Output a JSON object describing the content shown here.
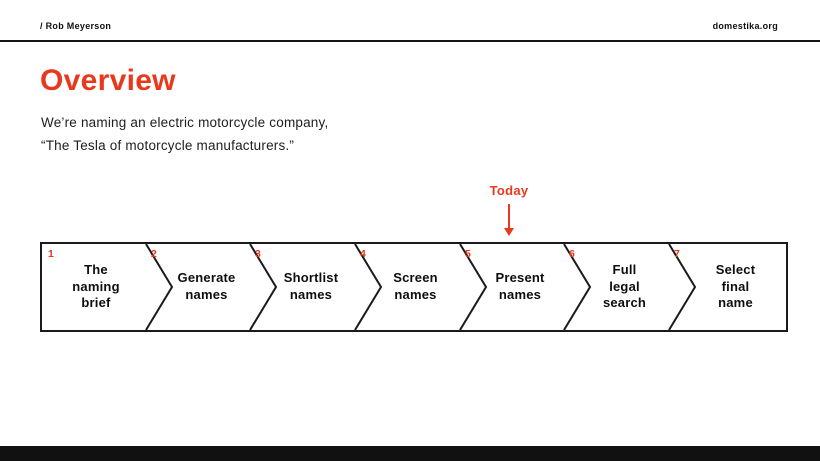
{
  "header": {
    "author": "/ Rob Meyerson",
    "site": "domestika.org"
  },
  "slide": {
    "title": "Overview",
    "subtitle": [
      "We’re naming an electric motorcycle company,",
      "“The Tesla of motorcycle manufacturers.”"
    ],
    "today_label": "Today"
  },
  "process": {
    "steps": [
      {
        "number": "1",
        "label": "The\nnaming\nbrief"
      },
      {
        "number": "2",
        "label": "Generate\nnames"
      },
      {
        "number": "3",
        "label": "Shortlist\nnames"
      },
      {
        "number": "4",
        "label": "Screen\nnames"
      },
      {
        "number": "5",
        "label": "Present\nnames"
      },
      {
        "number": "6",
        "label": "Full\nlegal\nsearch"
      },
      {
        "number": "7",
        "label": "Select\nfinal\nname"
      }
    ]
  },
  "colors": {
    "accent": "#e8391c",
    "footer_bar": "#111111"
  }
}
